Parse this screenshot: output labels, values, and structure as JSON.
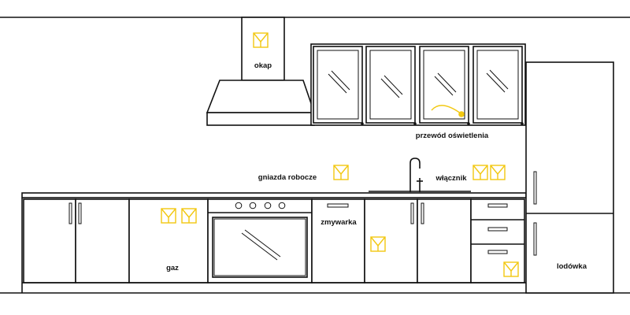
{
  "labels": {
    "hood": "okap",
    "lighting_wire": "przewód oświetlenia",
    "work_sockets": "gniazda robocze",
    "switch": "włącznik",
    "dishwasher": "zmywarka",
    "gas": "gaz",
    "fridge": "lodówka"
  },
  "colors": {
    "line": "#111111",
    "marker": "#f2c811",
    "background": "#ffffff"
  },
  "marker_icon": "socket-marker-icon"
}
